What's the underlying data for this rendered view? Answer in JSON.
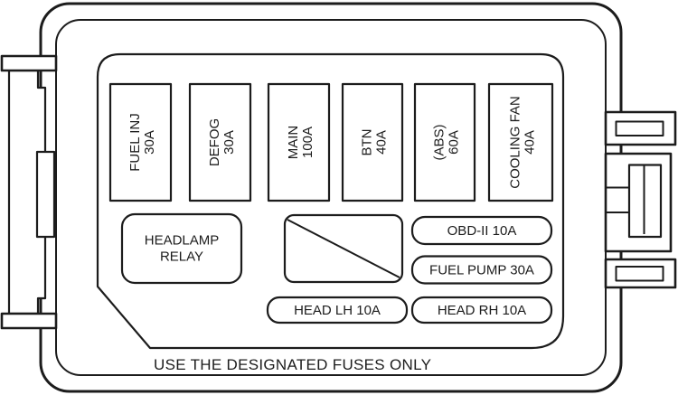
{
  "diagram": {
    "caption": "USE THE DESIGNATED FUSES ONLY",
    "main_fuses": [
      {
        "name": "FUEL INJ",
        "amp": "30A"
      },
      {
        "name": "DEFOG",
        "amp": "30A"
      },
      {
        "name": "MAIN",
        "amp": "100A"
      },
      {
        "name": "BTN",
        "amp": "40A"
      },
      {
        "name": "(ABS)",
        "amp": "60A"
      },
      {
        "name": "COOLING FAN",
        "amp": "40A"
      }
    ],
    "relay": {
      "line1": "HEADLAMP",
      "line2": "RELAY"
    },
    "small_fuses": {
      "obd": "OBD-II 10A",
      "fuel_pump": "FUEL PUMP 30A",
      "head_lh": "HEAD LH 10A",
      "head_rh": "HEAD RH 10A"
    },
    "colors": {
      "line": "#1c1c1c",
      "background": "#ffffff"
    }
  }
}
